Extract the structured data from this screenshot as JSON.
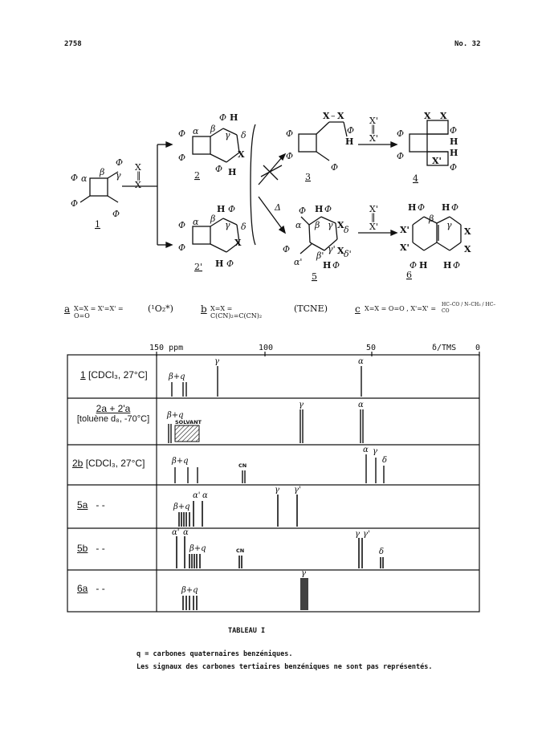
{
  "header": {
    "page_number": "2758",
    "issue": "No. 32"
  },
  "scheme": {
    "compounds": [
      "1",
      "2",
      "2'",
      "3",
      "4",
      "5",
      "6"
    ],
    "substituent": "Φ",
    "atoms": {
      "alpha": "α",
      "beta": "β",
      "gamma": "γ",
      "delta": "δ",
      "alpha_p": "α'",
      "beta_p": "β'",
      "gamma_p": "γ'",
      "delta_p": "δ'",
      "H": "H",
      "X": "X",
      "Xp": "X'"
    },
    "heat": "Δ",
    "reagents": {
      "a": {
        "label": "a",
        "formula": "X=X = X'=X' = O=O",
        "extra": "(¹O₂*)"
      },
      "b": {
        "label": "b",
        "formula": "X=X = C(CN)₂=C(CN)₂",
        "extra": "(TCNE)"
      },
      "c": {
        "label": "c",
        "formula": "X=X = O=O , X'=X' =",
        "extra": "HC–CO / N–CH₃ / HC–CO"
      }
    }
  },
  "table": {
    "axis": {
      "t150": "150 ppm",
      "t100": "100",
      "t50": "50",
      "tms": "δ/TMS",
      "t0": "0"
    },
    "rows": [
      {
        "name": "1",
        "cond": "[CDCl₃, 27°C]",
        "labels": [
          "β+q",
          "γ",
          "α"
        ]
      },
      {
        "name": "2a + 2'a",
        "cond": "[toluène d₈, -70°C]",
        "labels": [
          "β+q",
          "SOLVANT",
          "γ",
          "α"
        ]
      },
      {
        "name": "2b",
        "cond": "[CDCl₃, 27°C]",
        "labels": [
          "β+q",
          "CN",
          "α",
          "γ",
          "δ"
        ]
      },
      {
        "name": "5a",
        "cond": "- -",
        "labels": [
          "β+q",
          "α'",
          "α",
          "γ",
          "γ'"
        ]
      },
      {
        "name": "5b",
        "cond": "- -",
        "labels": [
          "α'",
          "α",
          "β+q",
          "CN",
          "γ",
          "γ'",
          "δ"
        ]
      },
      {
        "name": "6a",
        "cond": "- -",
        "labels": [
          "β+q",
          "γ"
        ]
      }
    ],
    "caption": "TABLEAU I"
  },
  "notes": [
    "q = carbones quaternaires benzéniques.",
    "Les signaux des carbones tertiaires benzéniques ne sont pas représentés."
  ]
}
